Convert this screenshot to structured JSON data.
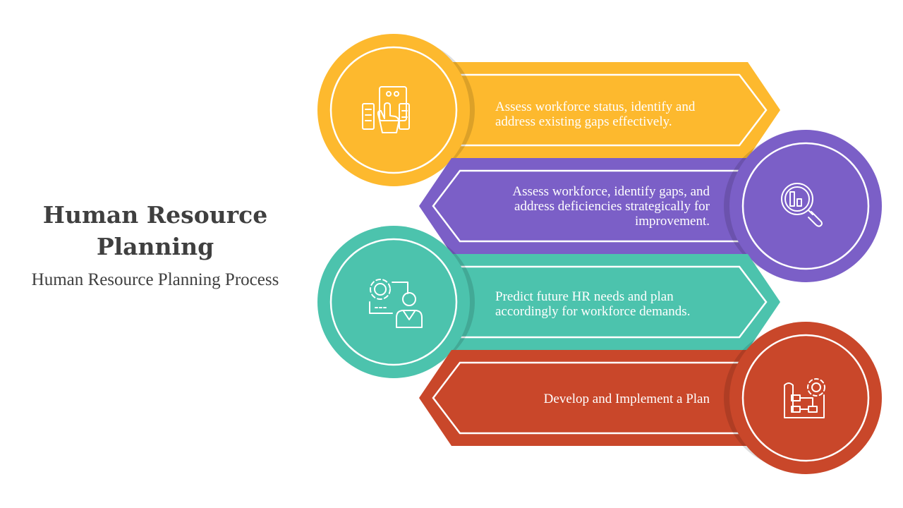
{
  "title": "Human Resource Planning",
  "subtitle": "Human Resource Planning Process",
  "colors": {
    "step1": "#fdb92e",
    "step2": "#7b5fc7",
    "step3": "#4cc3ad",
    "step4": "#c9472a"
  },
  "steps": [
    {
      "text": "Assess workforce status, identify and address existing gaps effectively.",
      "icon": "touch-screen-data-icon"
    },
    {
      "text": "Assess workforce, identify gaps, and address deficiencies strategically for improvement.",
      "icon": "magnifier-chart-icon"
    },
    {
      "text": "Predict future HR needs and plan accordingly for workforce demands.",
      "icon": "gear-person-icon"
    },
    {
      "text": "Develop and Implement a Plan",
      "icon": "blueprint-gear-icon"
    }
  ]
}
